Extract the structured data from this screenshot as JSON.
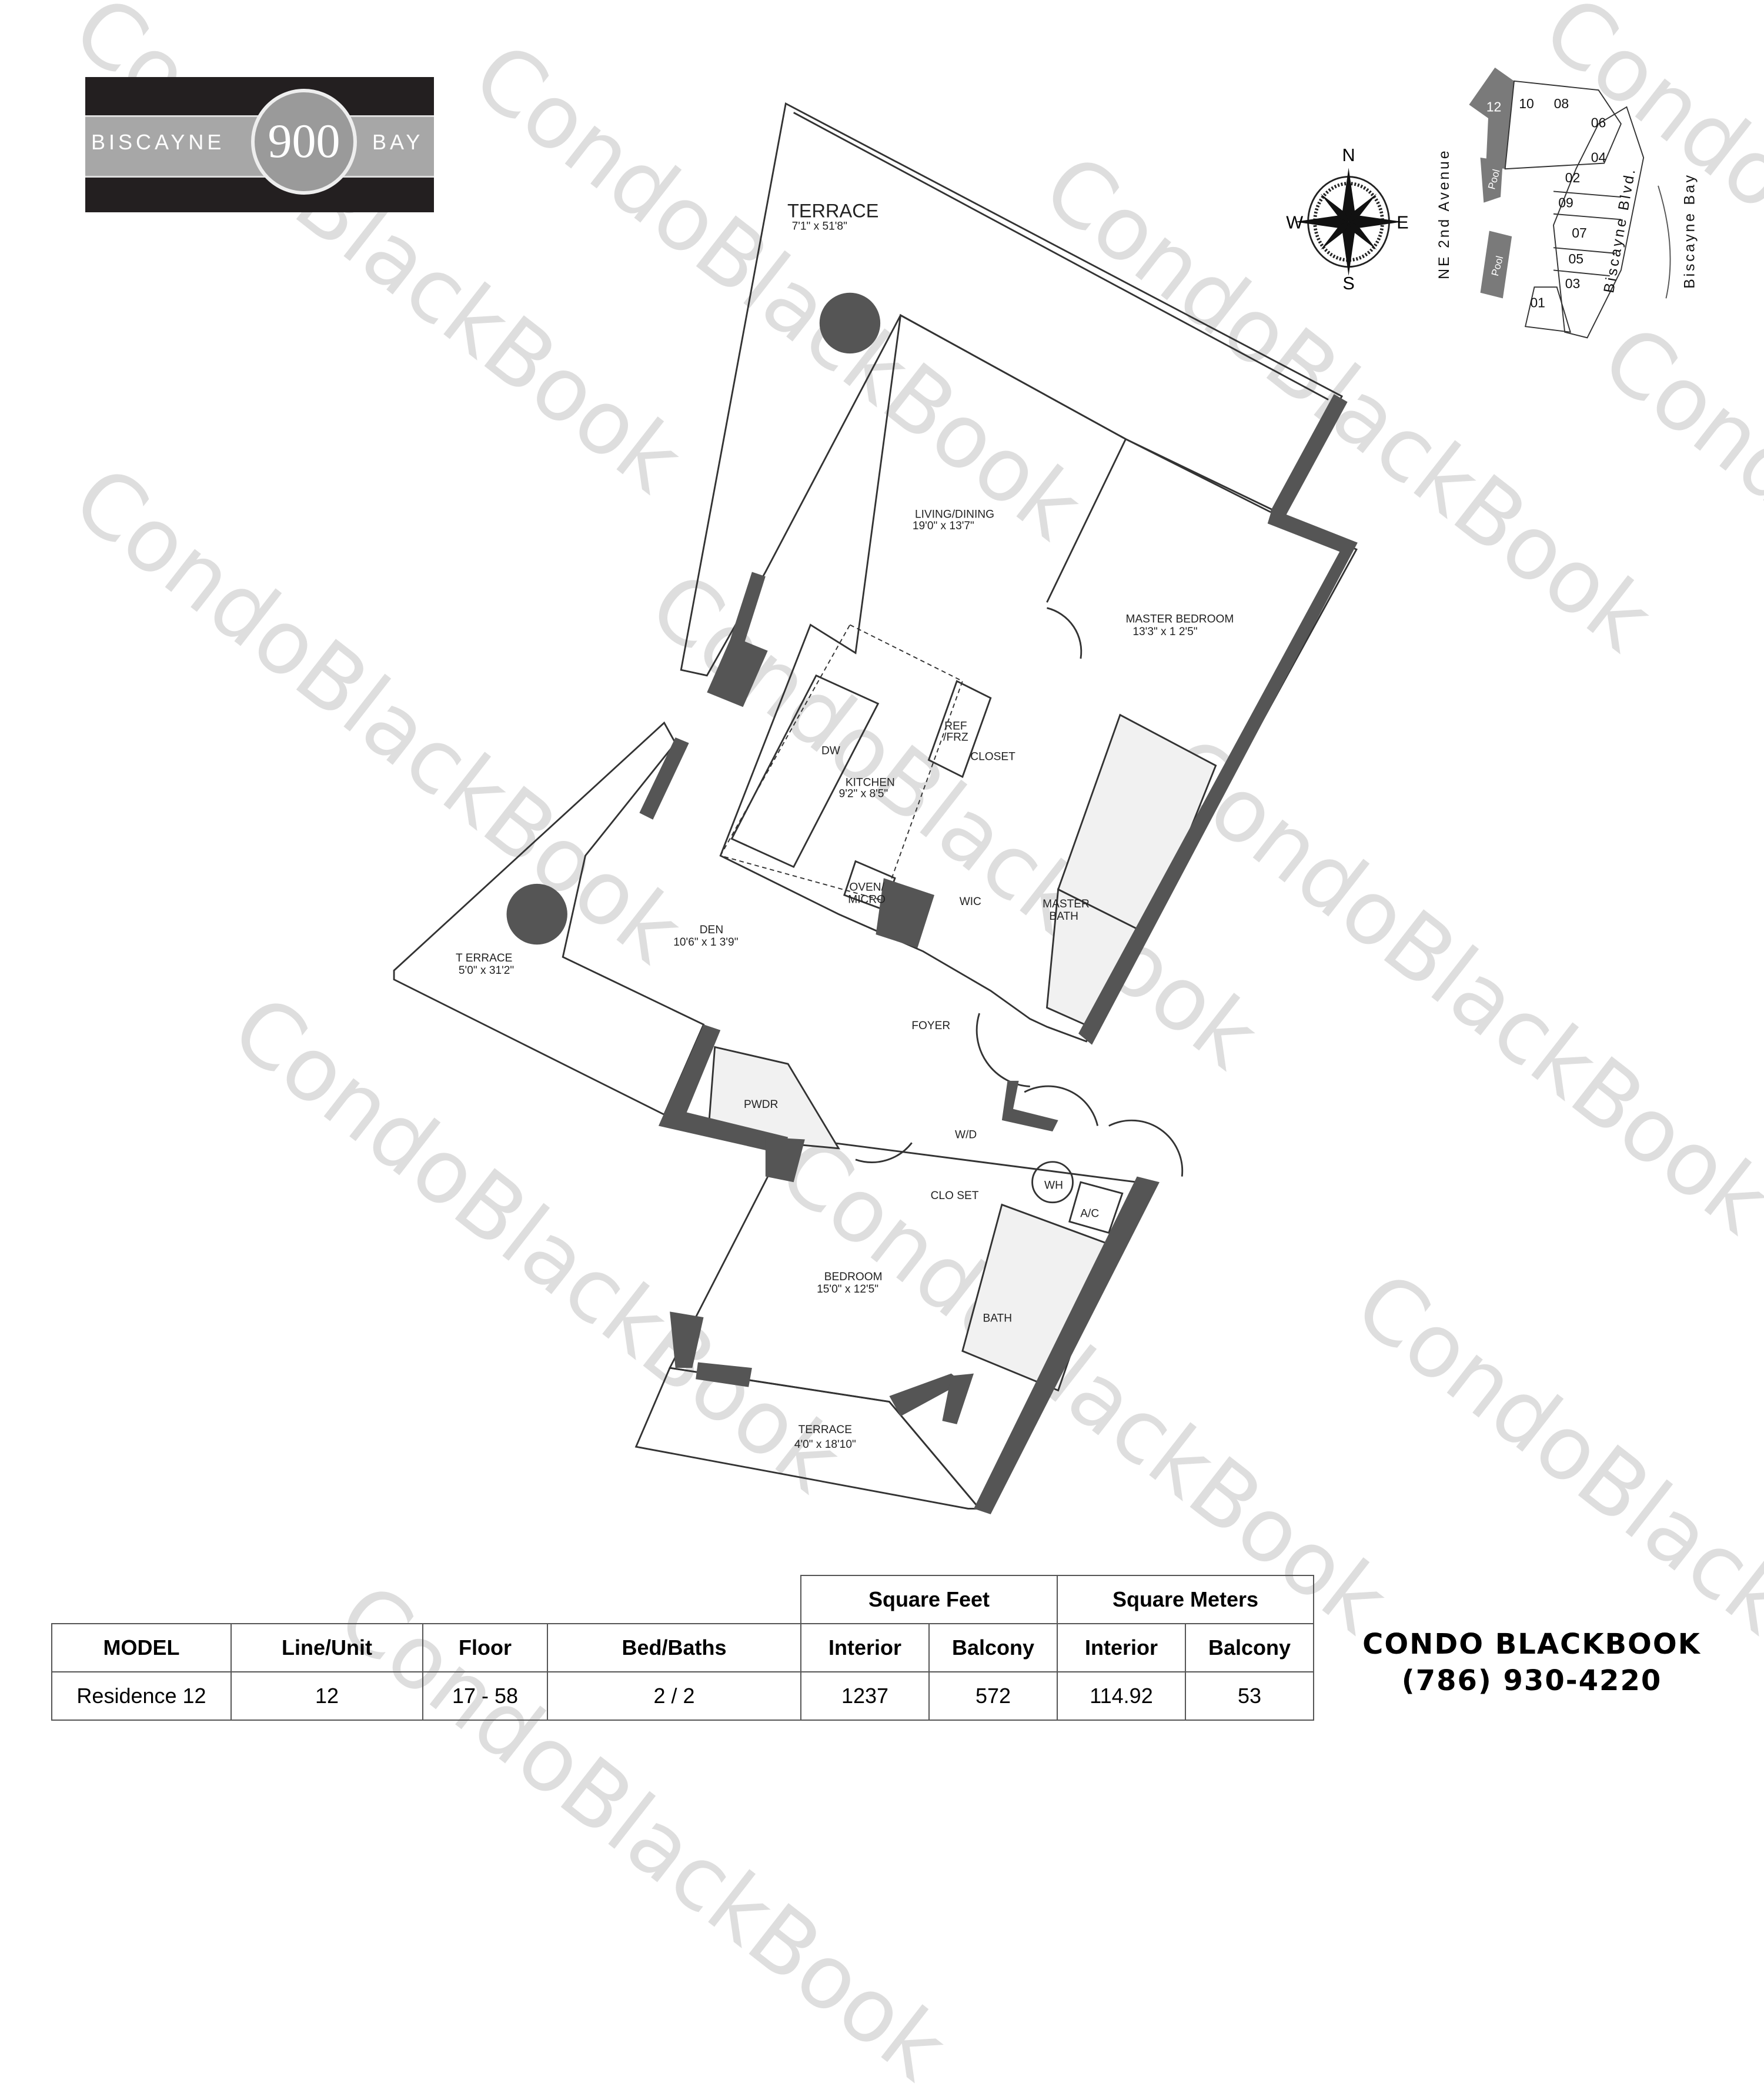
{
  "logo": {
    "left": "BISCAYNE",
    "number": "900",
    "right": "BAY"
  },
  "compass": {
    "n": "N",
    "s": "S",
    "e": "E",
    "w": "W"
  },
  "keyplan": {
    "units": [
      "12",
      "10",
      "08",
      "06",
      "04",
      "02",
      "09",
      "07",
      "05",
      "03",
      "01"
    ],
    "highlighted": "12",
    "pools": [
      "Pool",
      "Pool"
    ],
    "streets": [
      "NE 2nd Avenue",
      "Biscayne Blvd.",
      "Biscayne Bay"
    ],
    "highlight_color": "#7a7a7a"
  },
  "rooms": [
    {
      "name": "TERRACE",
      "dims": "7'1\" x 51'8\""
    },
    {
      "name": "LIVING/DINING",
      "dims": "19'0\" x 13'7\""
    },
    {
      "name": "MASTER BEDROOM",
      "dims": "13'3\" x 1 2'5\""
    },
    {
      "name": "KITCHEN",
      "dims": "9'2\" x  8'5\""
    },
    {
      "name": "DEN",
      "dims": "10'6\" x 1 3'9\""
    },
    {
      "name": "T ERRACE",
      "dims": "5'0\" x 31'2\""
    },
    {
      "name": "MASTER",
      "dims": "BATH"
    },
    {
      "name": "BEDROOM",
      "dims": "15'0\"  x 12'5\""
    },
    {
      "name": "TERRACE",
      "dims": "4'0\" x 18'10\""
    }
  ],
  "fixtures": {
    "dw": "DW",
    "ref": "REF",
    "frz": "/FRZ",
    "closet": "CLOSET",
    "oven": "OVEN/",
    "micro": "MICRO",
    "wic": "WIC",
    "foyer": "FOYER",
    "pwdr": "PWDR",
    "wd": "W/D",
    "closet2": "CLO SET",
    "wh": "WH",
    "ac": "A/C",
    "bath": "BATH"
  },
  "table": {
    "group_headers": [
      "Square Feet",
      "Square Meters"
    ],
    "headers": [
      "MODEL",
      "Line/Unit",
      "Floor",
      "Bed/Baths",
      "Interior",
      "Balcony",
      "Interior",
      "Balcony"
    ],
    "row": [
      "Residence 12",
      "12",
      "17 - 58",
      "2 / 2",
      "1237",
      "572",
      "114.92",
      "53"
    ]
  },
  "brand": {
    "name_light": "CONDO ",
    "name_bold": "BLACKBOOK",
    "phone": "(786) 930-4220"
  },
  "watermark": "CondoBlackBook"
}
